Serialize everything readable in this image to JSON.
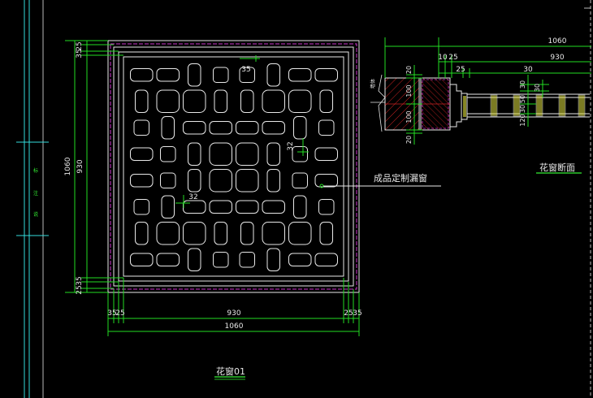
{
  "drawing": {
    "background": "#000000",
    "colors": {
      "white": "#e8e8e8",
      "dim": "#22dd22",
      "magenta": "#cc33cc",
      "cyan": "#33dddd",
      "yellow": "#e0e040",
      "red": "#cc2222",
      "green_text": "#33ee33"
    }
  },
  "elevation": {
    "title": "花窗01",
    "callout": "成品定制漏窗",
    "inner_dims": [
      "35",
      "32",
      "32"
    ],
    "left_dims": {
      "top_a": "25",
      "top_b": "35",
      "overall": "1060",
      "inner": "930",
      "bottom_a": "35",
      "bottom_b": "25"
    },
    "bottom_dims": {
      "left_a": "35",
      "left_b": "25",
      "inner": "930",
      "right_a": "25",
      "right_b": "35",
      "overall": "1060"
    }
  },
  "section": {
    "title": "花窗断面",
    "top_dims": [
      "1060",
      "930"
    ],
    "small_dims": [
      "10",
      "25",
      "25",
      "30"
    ],
    "left_dims": [
      "20",
      "100",
      "100",
      "20"
    ],
    "right_dims": [
      "30",
      "30",
      "50",
      "30",
      "120"
    ],
    "side_label": "墙体"
  },
  "left_strip": {
    "marks": [
      "标",
      "注",
      "说"
    ]
  }
}
